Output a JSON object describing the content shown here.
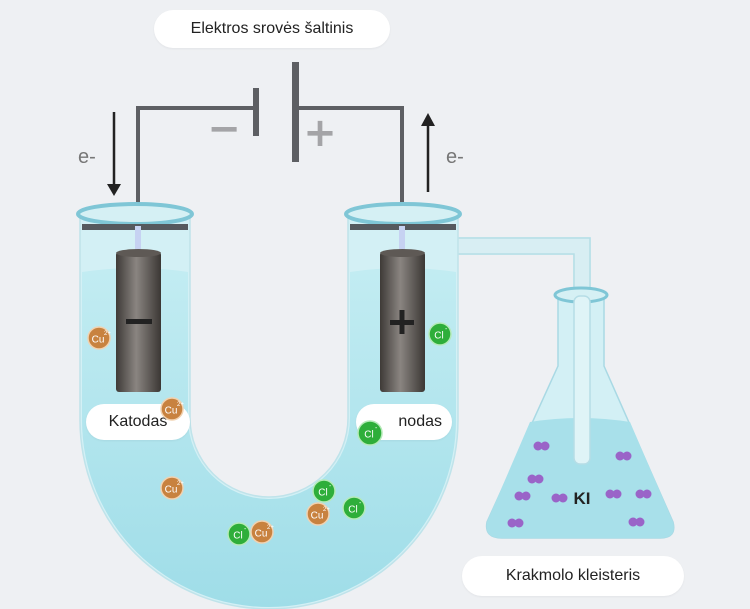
{
  "labels": {
    "power_source": "Elektros srovės šaltinis",
    "cathode": "Katodas",
    "anode": "Anodas",
    "anode_visible": "nodas",
    "flask": "Krakmolo kleisteris",
    "flask_content": "KI"
  },
  "signs": {
    "negative": "−",
    "positive": "+"
  },
  "electrons": {
    "left": "e-",
    "right": "e-"
  },
  "ions": {
    "copper": {
      "symbol": "Cu",
      "charge": "2+"
    },
    "chloride": {
      "symbol": "Cl",
      "charge": "-"
    }
  },
  "colors": {
    "copper": "#c8823f",
    "chloride": "#2eae3a",
    "solution": "#a9e3ec",
    "electrode": "#58524e",
    "wire": "#5d5f63",
    "molecule": "#9a64c8"
  }
}
